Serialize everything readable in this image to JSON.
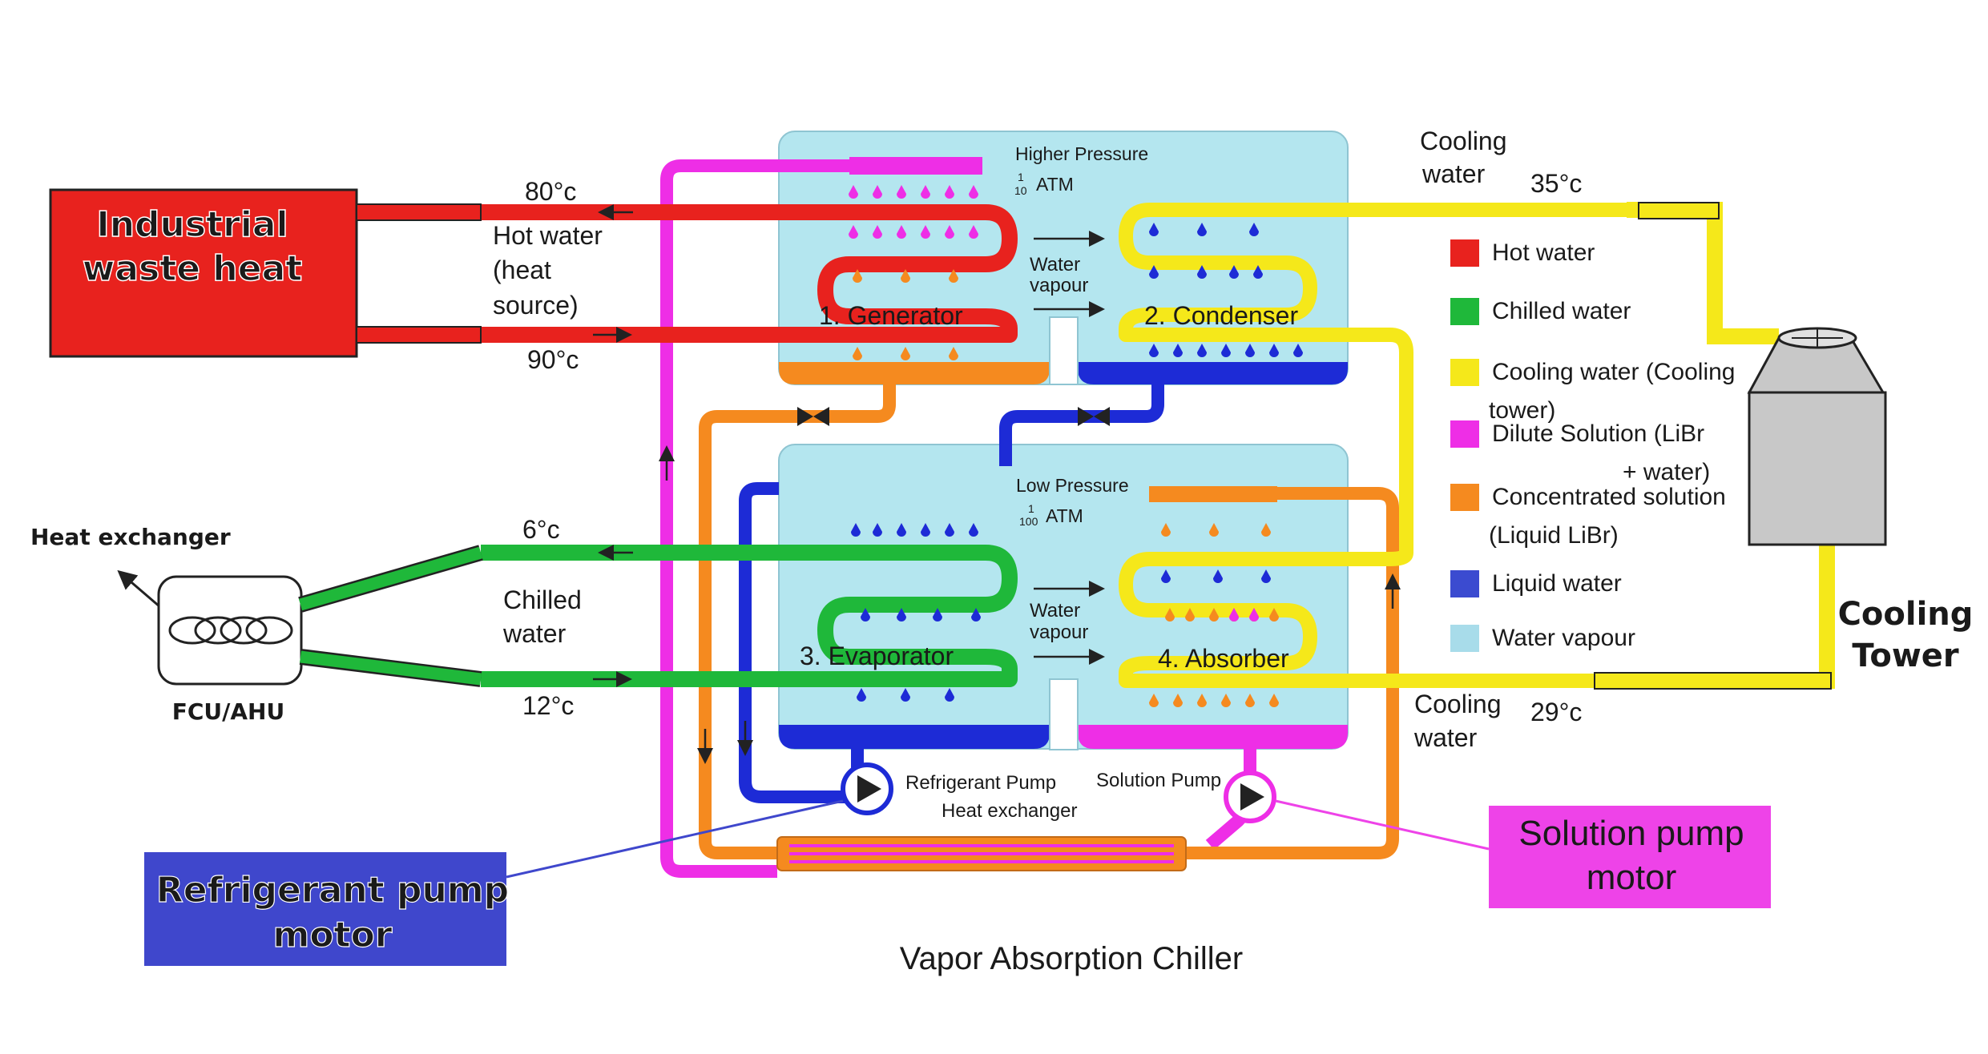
{
  "caption": "Vapor Absorption Chiller",
  "source_box": {
    "line1": "Industrial",
    "line2": "waste heat"
  },
  "hot_water": {
    "temp_out": "80°c",
    "temp_in": "90°c",
    "label1": "Hot water",
    "label2": "(heat",
    "label3": "source)"
  },
  "chilled_water": {
    "temp_out": "6°c",
    "temp_in": "12°c",
    "label1": "Chilled",
    "label2": "water"
  },
  "cooling_water": {
    "top_label1": "Cooling",
    "top_label2": "water",
    "top_temp": "35°c",
    "bottom_label1": "Cooling",
    "bottom_label2": "water",
    "bottom_temp": "29°c"
  },
  "chambers": {
    "generator": "1. Generator",
    "condenser": "2. Condenser",
    "evaporator": "3. Evaporator",
    "absorber": "4. Absorber",
    "water_vapour_1": "Water",
    "water_vapour_2": "vapour"
  },
  "pressure": {
    "high": "Higher Pressure",
    "high_num": "1",
    "high_den": "10",
    "high_unit": "ATM",
    "low": "Low Pressure",
    "low_num": "1",
    "low_den": "100",
    "low_unit": "ATM"
  },
  "pumps": {
    "refrigerant": "Refrigerant  Pump",
    "solution": "Solution Pump",
    "heat_exchanger": "Heat exchanger"
  },
  "fcu": {
    "title": "Heat exchanger",
    "label": "FCU/AHU"
  },
  "cooling_tower": {
    "line1": "Cooling",
    "line2": "Tower"
  },
  "refrigerant_motor": {
    "line1": "Refrigerant pump",
    "line2": "motor"
  },
  "solution_motor": {
    "line1": "Solution pump",
    "line2": "motor"
  },
  "legend": [
    {
      "line1": "Hot water",
      "line2": "",
      "color": "#e8221e"
    },
    {
      "line1": "Chilled water",
      "line2": "",
      "color": "#1fb83a"
    },
    {
      "line1": "Cooling water (Cooling",
      "line2": "tower)",
      "color": "#f5e81a"
    },
    {
      "line1": "Dilute Solution (LiBr",
      "line2": "+ water)",
      "color": "#ee2ee6"
    },
    {
      "line1": "Concentrated solution",
      "line2": "(Liquid LiBr)",
      "color": "#f58a1f"
    },
    {
      "line1": "Liquid water",
      "line2": "",
      "color": "#3b4bd0"
    },
    {
      "line1": "Water vapour",
      "line2": "",
      "color": "#a8dcea"
    }
  ],
  "colors": {
    "hot": "#e8221e",
    "chilled": "#1fb83a",
    "cooling": "#f5e81a",
    "dilute": "#ee2ee6",
    "concentrated": "#f58a1f",
    "liquid": "#1d2bd6",
    "vapour": "#b4e6ef",
    "refrigerant_motor_box": "#3f47cc",
    "solution_motor_box": "#ee43e8"
  }
}
